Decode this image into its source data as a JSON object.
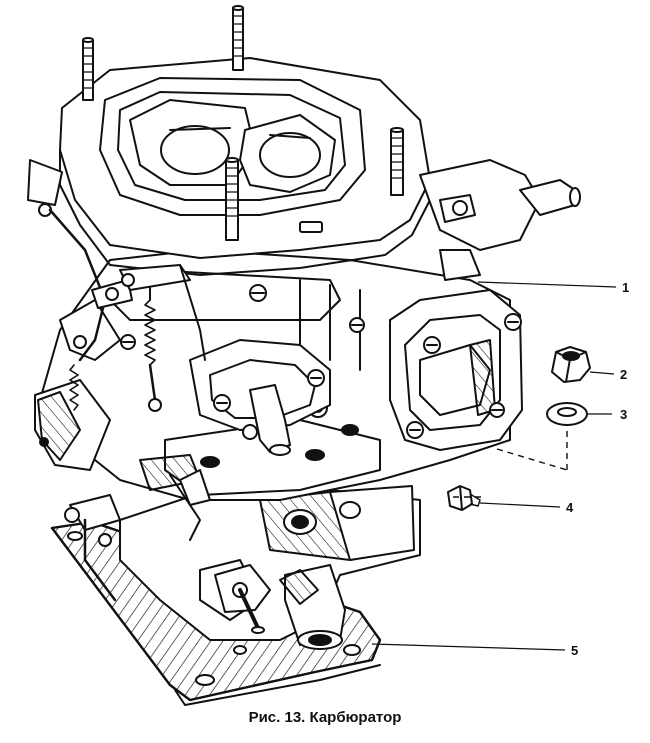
{
  "caption": "Рис. 13. Карбюратор",
  "callouts": [
    {
      "number": "1"
    },
    {
      "number": "2"
    },
    {
      "number": "3"
    },
    {
      "number": "4"
    },
    {
      "number": "5"
    }
  ],
  "colors": {
    "ink": "#111111",
    "paper": "#ffffff"
  }
}
